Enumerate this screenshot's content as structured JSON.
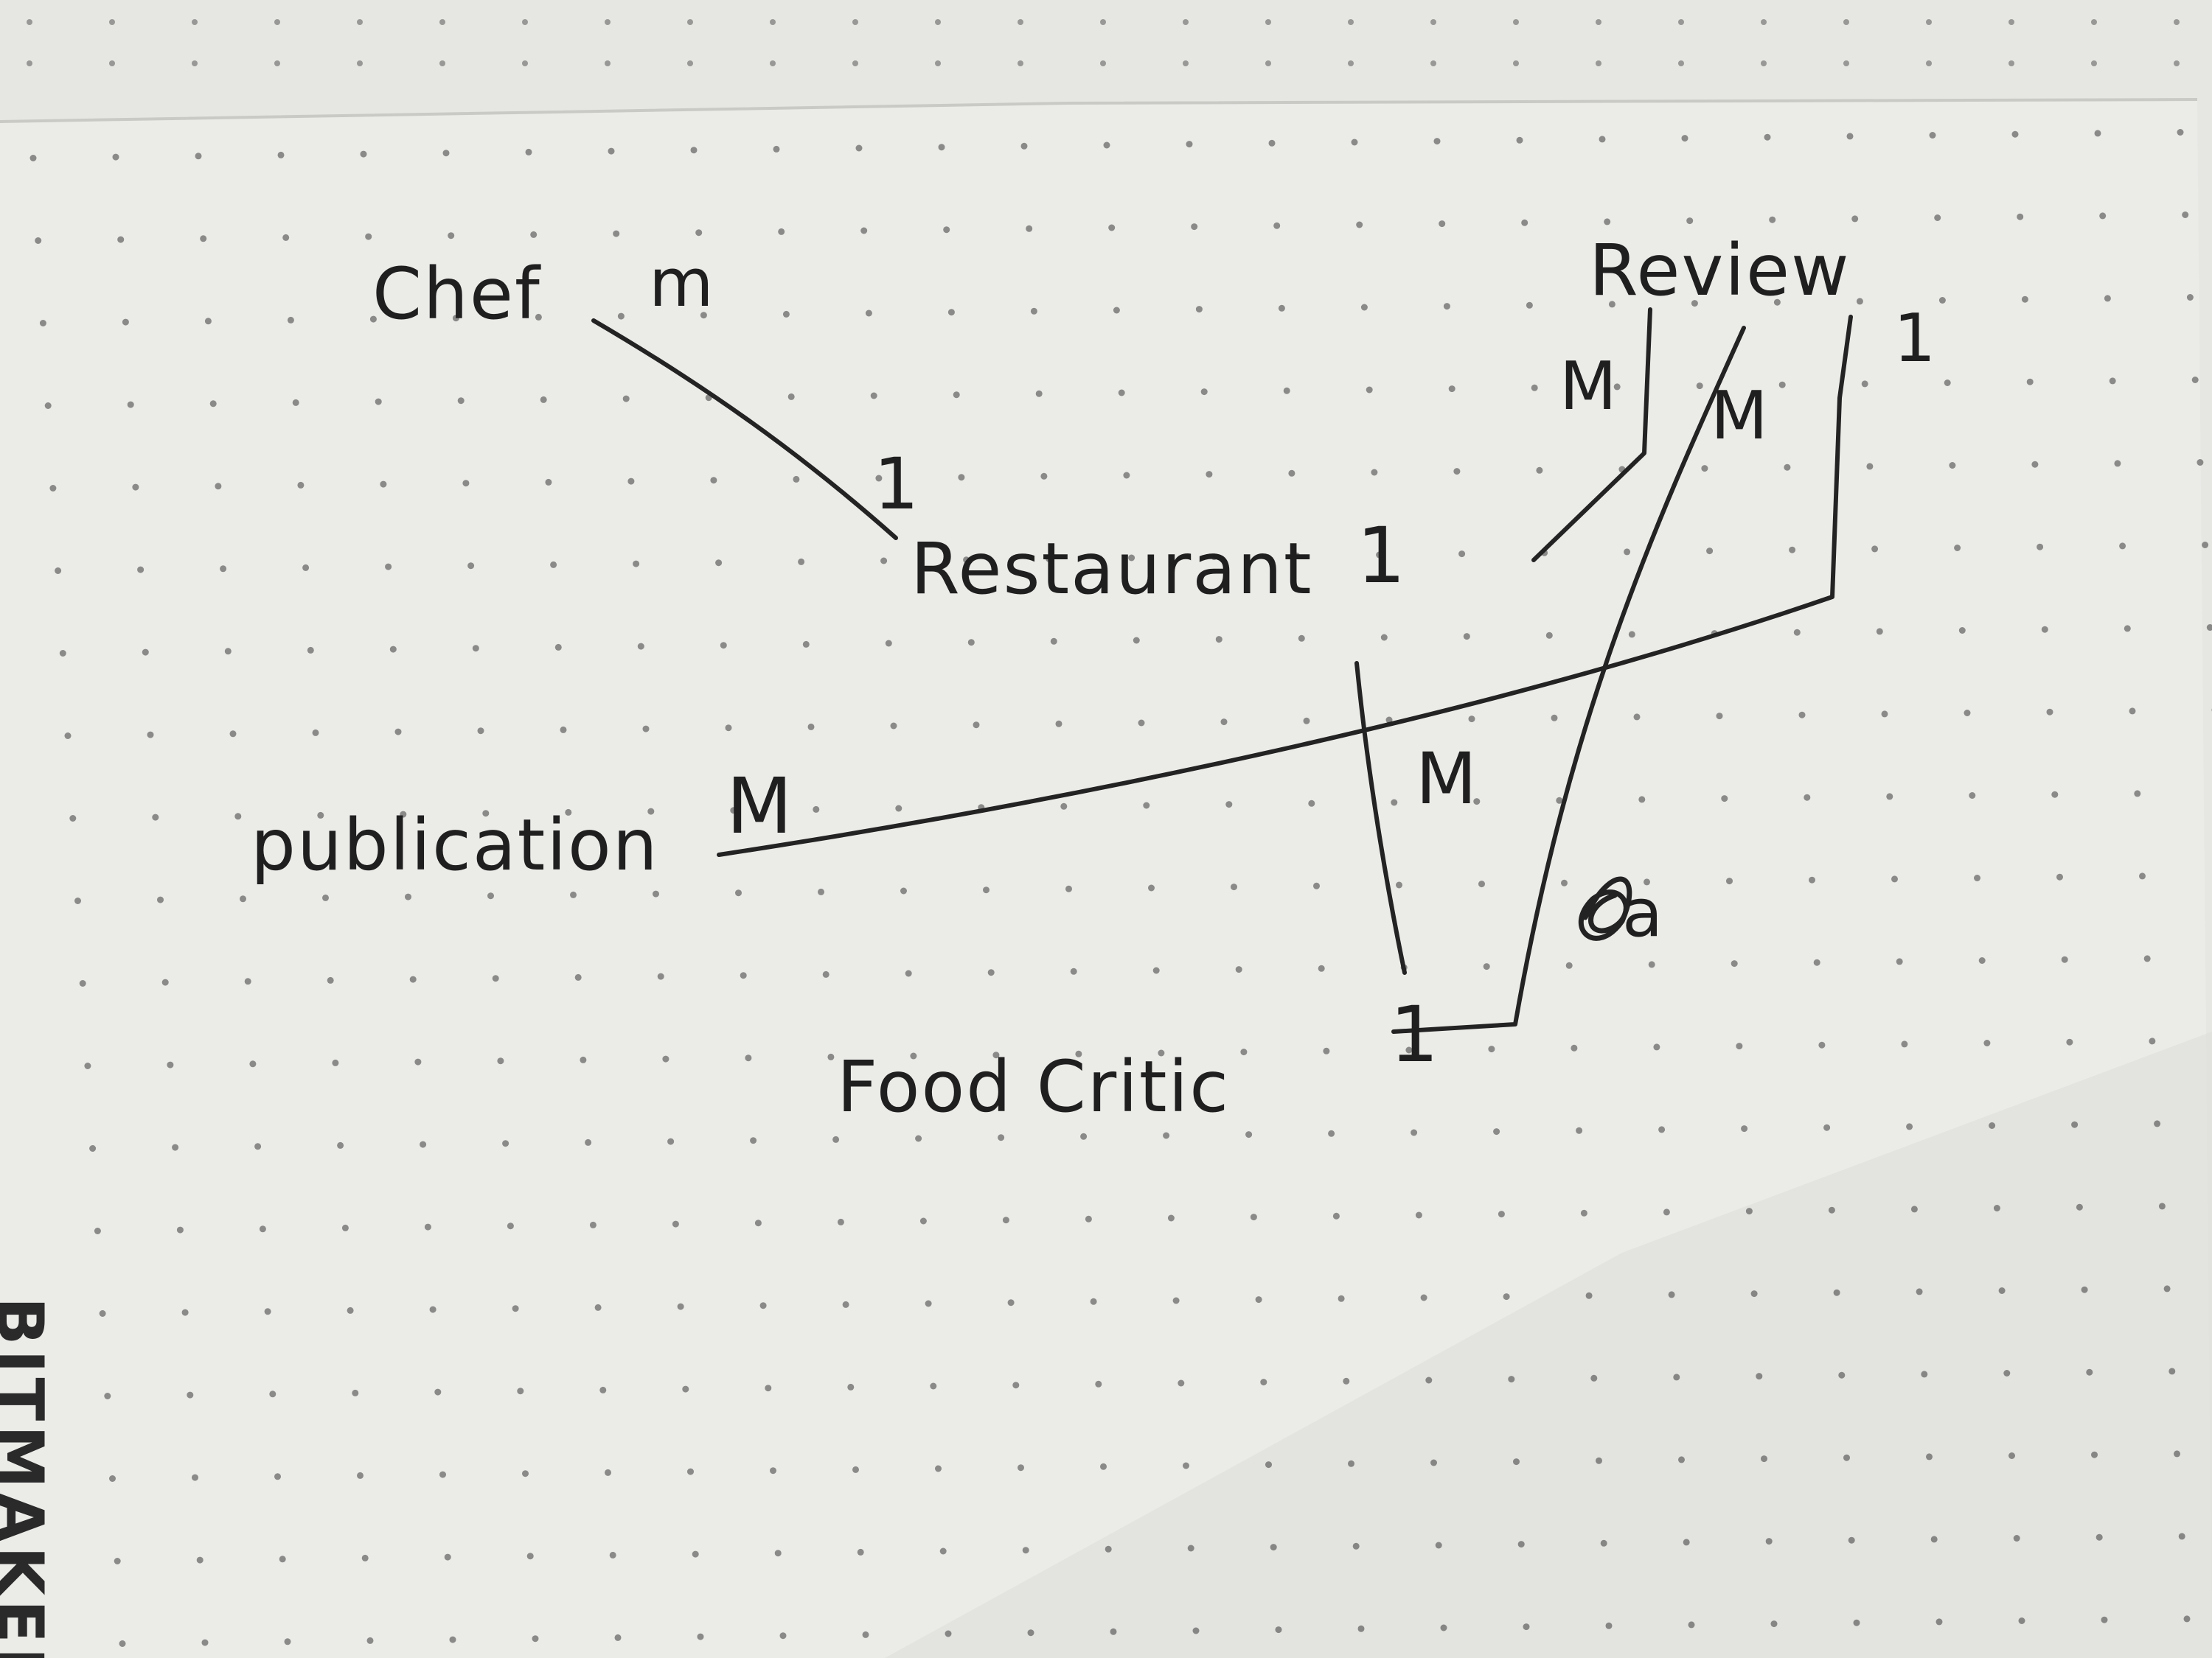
{
  "diagram": {
    "entities": {
      "chef": "Chef",
      "review": "Review",
      "restaurant": "Restaurant",
      "publication": "publication",
      "food_critic": "Food Critic"
    },
    "cardinalities": {
      "chef_side": "m",
      "restaurant_from_chef": "1",
      "restaurant_right": "1",
      "review_left_m": "M",
      "review_mid_m": "M",
      "review_right_1": "1",
      "publication_side": "M",
      "critic_publication_m": "M",
      "food_critic_side": "1"
    },
    "scribble": "a"
  },
  "notebook": {
    "spine_text": "BITMAKER"
  },
  "colors": {
    "paper": "#ebebe8",
    "ink": "#232323",
    "dots": "#3a3a3a",
    "background": "#8f928a"
  }
}
